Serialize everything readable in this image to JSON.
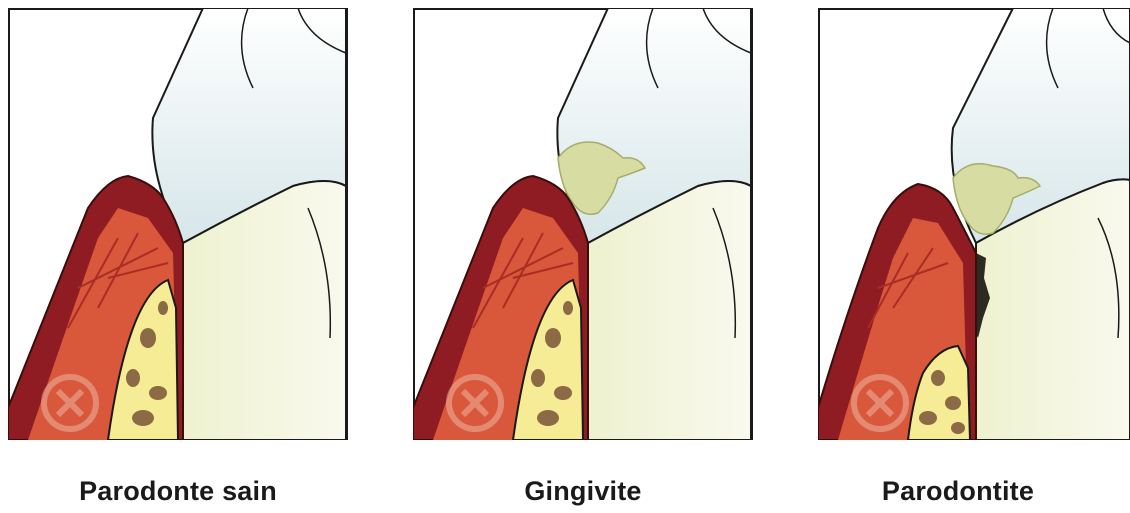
{
  "panels": [
    {
      "caption": "Parodonte sain"
    },
    {
      "caption": "Gingivite"
    },
    {
      "caption": "Parodontite"
    }
  ],
  "colors": {
    "gum_outer": "#8e1c22",
    "gum_inner": "#d9573a",
    "bone": "#f6ec95",
    "marrow": "#8c6a45",
    "tooth_root": "#eef1d2",
    "enamel": "#e3edee",
    "plaque": "#d7dca2",
    "calculus": "#2d2a22",
    "watermark": "#d98c7a"
  }
}
